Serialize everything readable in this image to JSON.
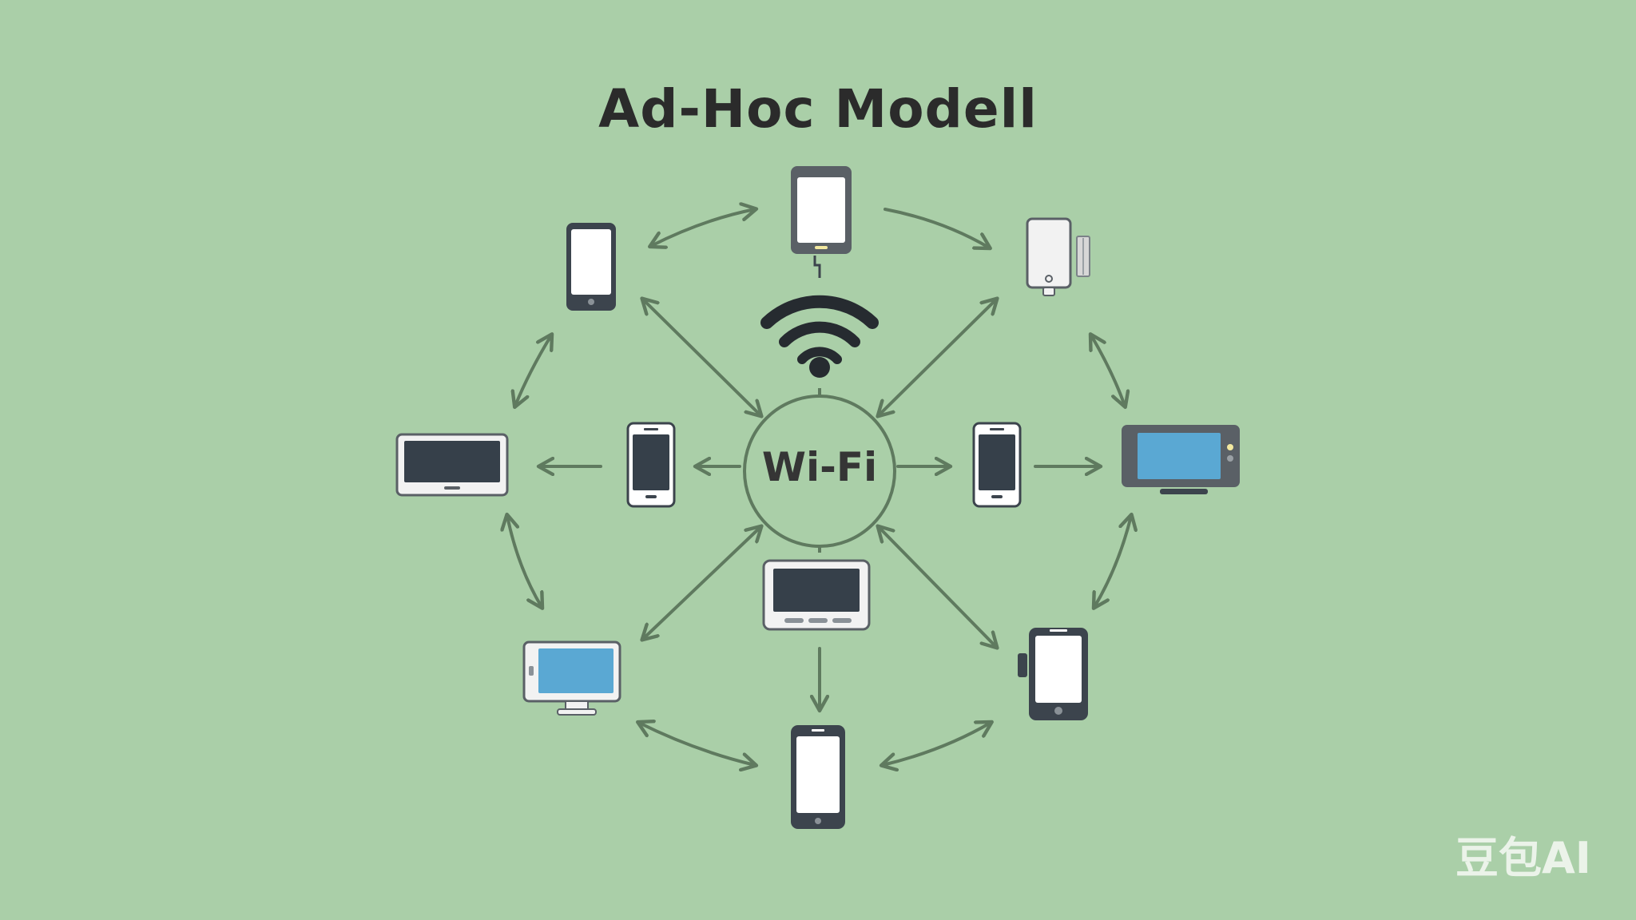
{
  "diagram": {
    "title": "Ad-Hoc Modell",
    "center_label": "Wi-Fi",
    "watermark": "豆包AI",
    "colors": {
      "background": "#aacfa8",
      "arrow": "#5f7a5f",
      "device_dark": "#3c444d",
      "device_screen": "#ffffff",
      "device_dark_screen": "#36404a",
      "blue_screen": "#5aa8d3",
      "wifi_icon": "#262b30"
    },
    "devices": [
      {
        "id": "phone-top",
        "kind": "tablet-phone",
        "icon": "smartphone-icon"
      },
      {
        "id": "phone-top-left",
        "kind": "phone",
        "icon": "smartphone-icon"
      },
      {
        "id": "router-top-right",
        "kind": "router",
        "icon": "router-icon"
      },
      {
        "id": "monitor-left",
        "kind": "monitor",
        "icon": "monitor-icon"
      },
      {
        "id": "phone-inner-left",
        "kind": "phone",
        "icon": "smartphone-icon"
      },
      {
        "id": "phone-inner-right",
        "kind": "phone",
        "icon": "smartphone-icon"
      },
      {
        "id": "monitor-right",
        "kind": "display",
        "icon": "display-icon"
      },
      {
        "id": "tablet-center-bottom",
        "kind": "tablet",
        "icon": "tablet-icon"
      },
      {
        "id": "monitor-bottom-left",
        "kind": "desktop",
        "icon": "desktop-icon"
      },
      {
        "id": "phone-bottom-right",
        "kind": "phone",
        "icon": "smartphone-icon"
      },
      {
        "id": "phone-bottom",
        "kind": "phone",
        "icon": "smartphone-icon"
      }
    ]
  }
}
